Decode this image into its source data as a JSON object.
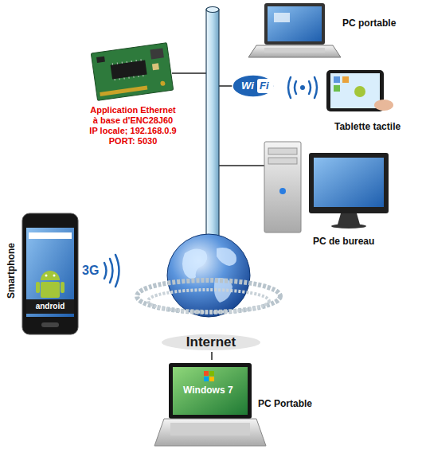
{
  "diagram": {
    "nodes": [
      {
        "text": [
          "PC portable"
        ]
      },
      {
        "text": [
          "Application Ethernet à base d'ENC28J60",
          "IP locale; 192.168.0.9",
          "PORT: 5030"
        ]
      },
      {
        "text": [
          "Tablette tactile"
        ]
      },
      {
        "text": [
          "PC de bureau"
        ]
      },
      {
        "text": [
          "Smartphone"
        ]
      },
      {
        "text": [
          "Internet"
        ]
      },
      {
        "text": [
          "PC Portable"
        ]
      }
    ],
    "edges": [
      {
        "from": 5,
        "to": 6,
        "arrow": "none"
      }
    ],
    "labels": [
      "Wi",
      "Fi",
      "3G",
      "Windows 7",
      "android"
    ]
  }
}
